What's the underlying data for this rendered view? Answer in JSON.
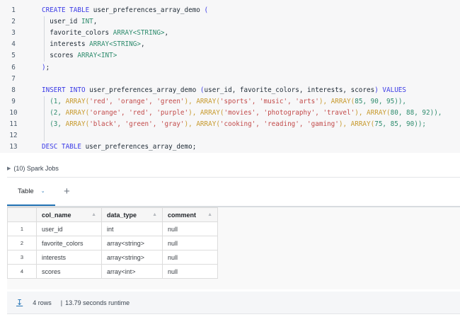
{
  "editor": {
    "lines": [
      {
        "n": "1",
        "tokens": [
          {
            "t": "CREATE TABLE ",
            "c": "kw"
          },
          {
            "t": "user_preferences_array_demo ",
            "c": "punc"
          },
          {
            "t": "(",
            "c": "kw"
          }
        ]
      },
      {
        "n": "2",
        "tokens": [
          {
            "t": "  user_id ",
            "c": "punc"
          },
          {
            "t": "INT",
            "c": "num"
          },
          {
            "t": ",",
            "c": "punc"
          }
        ]
      },
      {
        "n": "3",
        "tokens": [
          {
            "t": "  favorite_colors ",
            "c": "punc"
          },
          {
            "t": "ARRAY<STRING>",
            "c": "num"
          },
          {
            "t": ",",
            "c": "punc"
          }
        ]
      },
      {
        "n": "4",
        "tokens": [
          {
            "t": "  interests ",
            "c": "punc"
          },
          {
            "t": "ARRAY<STRING>",
            "c": "num"
          },
          {
            "t": ",",
            "c": "punc"
          }
        ]
      },
      {
        "n": "5",
        "tokens": [
          {
            "t": "  scores ",
            "c": "punc"
          },
          {
            "t": "ARRAY<INT>",
            "c": "num"
          }
        ]
      },
      {
        "n": "6",
        "tokens": [
          {
            "t": ")",
            "c": "kw"
          },
          {
            "t": ";",
            "c": "punc"
          }
        ]
      },
      {
        "n": "7",
        "tokens": []
      },
      {
        "n": "8",
        "tokens": [
          {
            "t": "INSERT INTO ",
            "c": "kw"
          },
          {
            "t": "user_preferences_array_demo ",
            "c": "punc"
          },
          {
            "t": "(",
            "c": "kw"
          },
          {
            "t": "user_id, favorite_colors, interests, scores",
            "c": "punc"
          },
          {
            "t": ") VALUES",
            "c": "kw"
          }
        ]
      },
      {
        "n": "9",
        "tokens": [
          {
            "t": "  (1, ",
            "c": "num"
          },
          {
            "t": "ARRAY(",
            "c": "fn"
          },
          {
            "t": "'red', 'orange', 'green'",
            "c": "str"
          },
          {
            "t": "), ",
            "c": "fn"
          },
          {
            "t": "ARRAY(",
            "c": "fn"
          },
          {
            "t": "'sports', 'music', 'arts'",
            "c": "str"
          },
          {
            "t": "), ",
            "c": "fn"
          },
          {
            "t": "ARRAY(",
            "c": "fn"
          },
          {
            "t": "85, 90, 95",
            "c": "num"
          },
          {
            "t": ")),",
            "c": "num"
          }
        ]
      },
      {
        "n": "10",
        "tokens": [
          {
            "t": "  (2, ",
            "c": "num"
          },
          {
            "t": "ARRAY(",
            "c": "fn"
          },
          {
            "t": "'orange', 'red', 'purple'",
            "c": "str"
          },
          {
            "t": "), ",
            "c": "fn"
          },
          {
            "t": "ARRAY(",
            "c": "fn"
          },
          {
            "t": "'movies', 'photography', 'travel'",
            "c": "str"
          },
          {
            "t": "), ",
            "c": "fn"
          },
          {
            "t": "ARRAY(",
            "c": "fn"
          },
          {
            "t": "80, 88, 92",
            "c": "num"
          },
          {
            "t": ")),",
            "c": "num"
          }
        ]
      },
      {
        "n": "11",
        "tokens": [
          {
            "t": "  (3, ",
            "c": "num"
          },
          {
            "t": "ARRAY(",
            "c": "fn"
          },
          {
            "t": "'black', 'green', 'gray'",
            "c": "str"
          },
          {
            "t": "), ",
            "c": "fn"
          },
          {
            "t": "ARRAY(",
            "c": "fn"
          },
          {
            "t": "'cooking', 'reading', 'gaming'",
            "c": "str"
          },
          {
            "t": "), ",
            "c": "fn"
          },
          {
            "t": "ARRAY(",
            "c": "fn"
          },
          {
            "t": "75, 85, 90",
            "c": "num"
          },
          {
            "t": "));",
            "c": "num"
          }
        ]
      },
      {
        "n": "12",
        "tokens": []
      },
      {
        "n": "13",
        "tokens": [
          {
            "t": "DESC TABLE ",
            "c": "kw"
          },
          {
            "t": "user_preferences_array_demo;",
            "c": "punc"
          }
        ]
      }
    ]
  },
  "spark_jobs": {
    "icon": "triangle-right-icon",
    "label": "(10) Spark Jobs"
  },
  "result": {
    "tabs": [
      {
        "label": "Table",
        "icon": "chevron-down-icon"
      }
    ],
    "add_tab_icon": "plus-icon",
    "columns": [
      "col_name",
      "data_type",
      "comment"
    ],
    "rows": [
      {
        "num": "1",
        "cells": [
          "user_id",
          "int",
          "null"
        ]
      },
      {
        "num": "2",
        "cells": [
          "favorite_colors",
          "array<string>",
          "null"
        ]
      },
      {
        "num": "3",
        "cells": [
          "interests",
          "array<string>",
          "null"
        ]
      },
      {
        "num": "4",
        "cells": [
          "scores",
          "array<int>",
          "null"
        ]
      }
    ],
    "footer": {
      "download_icon": "download-icon",
      "row_count": "4 rows",
      "separator": "|",
      "runtime": "13.79 seconds runtime"
    }
  },
  "colors": {
    "accent": "#2272b4",
    "keyword": "#3b3be6",
    "function": "#c79a2e",
    "string": "#c24a4a",
    "number": "#2f8c6e"
  }
}
